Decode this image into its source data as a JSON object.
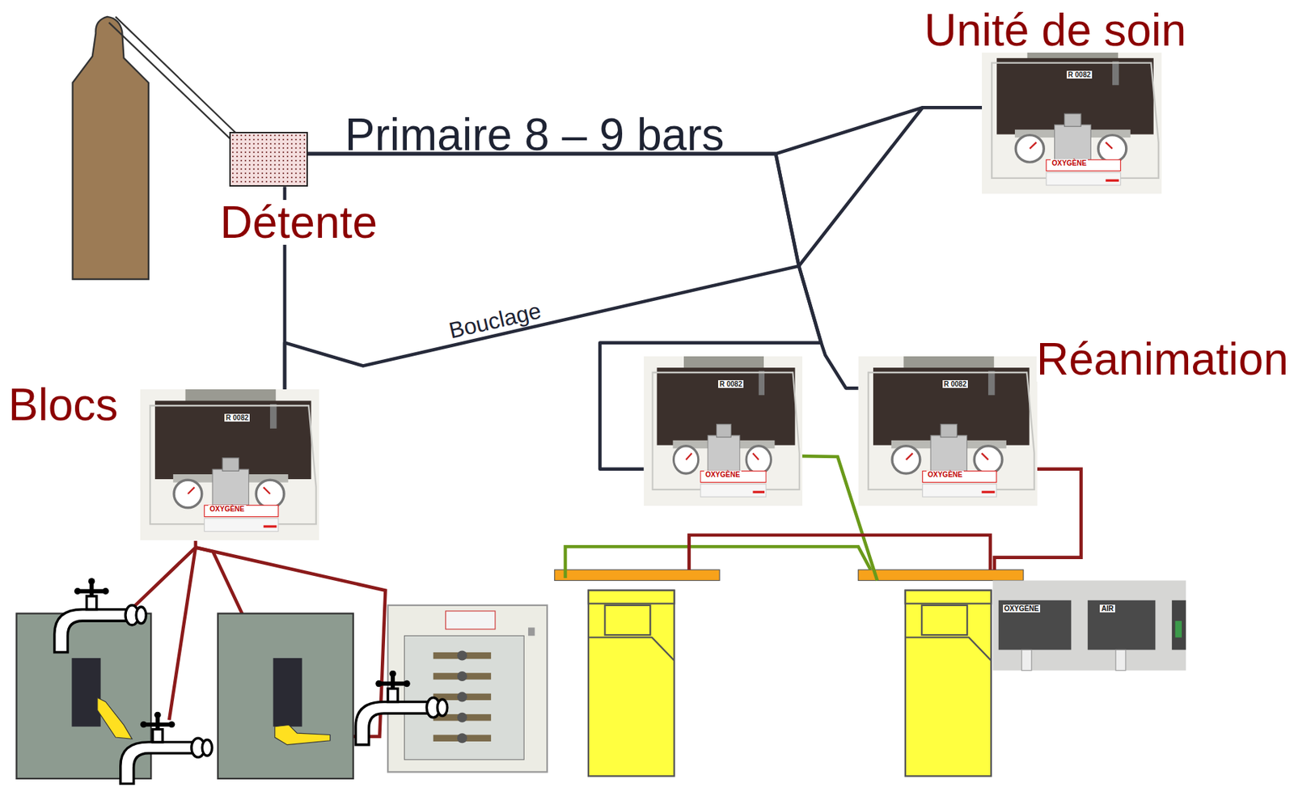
{
  "diagram": {
    "nodes": [
      {
        "text": [
          "Détente"
        ]
      },
      {
        "text": [
          "Unité de soin",
          "R 0082",
          "OXYGÈNE"
        ]
      },
      {
        "text": [
          "Blocs",
          "R 0082",
          "OXYGÈNE"
        ]
      },
      {
        "text": [
          "R 0082",
          "OXYGÈNE"
        ]
      },
      {
        "text": [
          "Réanimation",
          "R 0082",
          "OXYGÈNE"
        ]
      }
    ],
    "edges": [
      {
        "from": 0,
        "to": 1,
        "label": "Primaire 8 – 9 bars",
        "arrow": "none"
      },
      {
        "from": 0,
        "to": 2,
        "arrow": "none"
      },
      {
        "from": 0,
        "to": 3,
        "arrow": "none"
      },
      {
        "from": 0,
        "to": 4,
        "arrow": "none"
      },
      {
        "from": 2,
        "to": 1,
        "label": "Bouclage",
        "arrow": "none"
      }
    ],
    "labels": [
      "OXYGÈNE",
      "AIR"
    ]
  }
}
